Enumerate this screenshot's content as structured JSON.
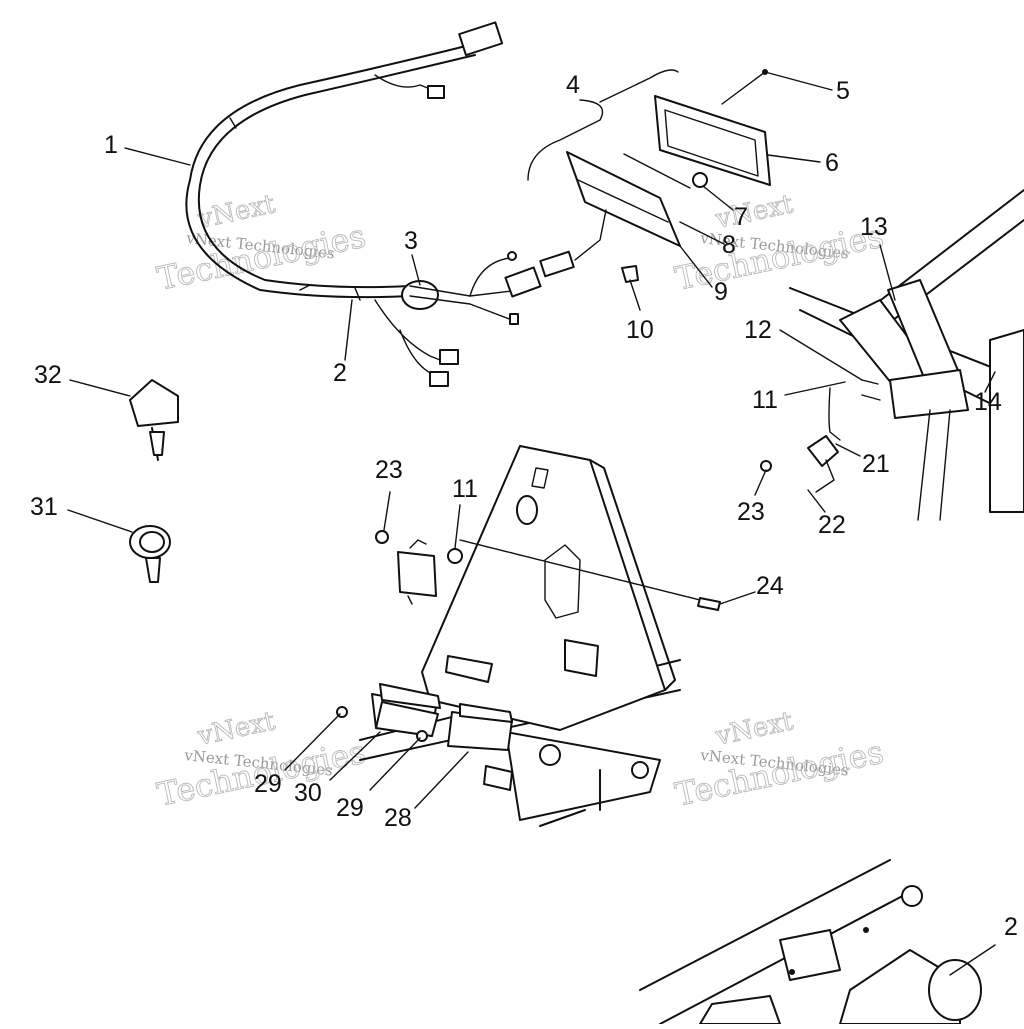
{
  "diagram": {
    "callouts": [
      {
        "id": "c1",
        "text": "1"
      },
      {
        "id": "c2",
        "text": "2"
      },
      {
        "id": "c3",
        "text": "3"
      },
      {
        "id": "c4",
        "text": "4"
      },
      {
        "id": "c5",
        "text": "5"
      },
      {
        "id": "c6",
        "text": "6"
      },
      {
        "id": "c7",
        "text": "7"
      },
      {
        "id": "c8",
        "text": "8"
      },
      {
        "id": "c9",
        "text": "9"
      },
      {
        "id": "c10",
        "text": "10"
      },
      {
        "id": "c11a",
        "text": "11"
      },
      {
        "id": "c11b",
        "text": "11"
      },
      {
        "id": "c12",
        "text": "12"
      },
      {
        "id": "c13",
        "text": "13"
      },
      {
        "id": "c14",
        "text": "14"
      },
      {
        "id": "c21",
        "text": "21"
      },
      {
        "id": "c22",
        "text": "22"
      },
      {
        "id": "c23a",
        "text": "23"
      },
      {
        "id": "c23b",
        "text": "23"
      },
      {
        "id": "c24",
        "text": "24"
      },
      {
        "id": "c28",
        "text": "28"
      },
      {
        "id": "c29a",
        "text": "29"
      },
      {
        "id": "c29b",
        "text": "29"
      },
      {
        "id": "c30",
        "text": "30"
      },
      {
        "id": "c31",
        "text": "31"
      },
      {
        "id": "c32",
        "text": "32"
      },
      {
        "id": "c2x",
        "text": "2"
      }
    ],
    "watermark": {
      "brand_top": "vNext",
      "brand_small": "vNext Technologies",
      "brand_large": "Technologies"
    }
  }
}
